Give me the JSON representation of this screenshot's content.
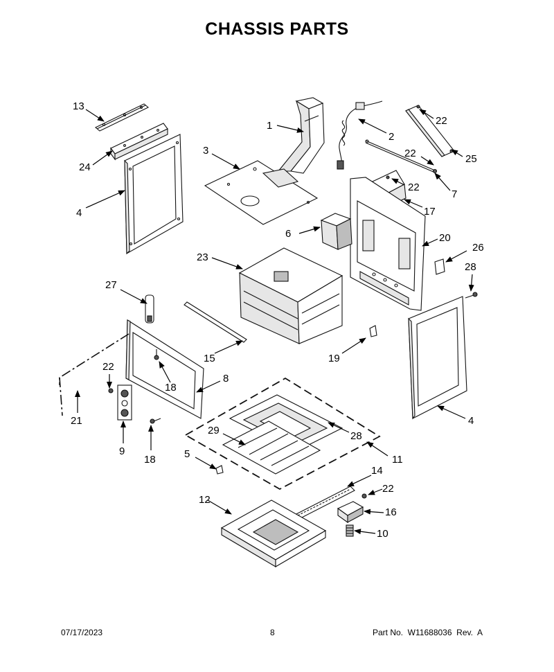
{
  "title": "CHASSIS PARTS",
  "footer": {
    "date": "07/17/2023",
    "page": "8",
    "part_number": "Part No.  W11688036  Rev.  A"
  },
  "callouts": [
    {
      "id": "c13",
      "label": "13"
    },
    {
      "id": "c24",
      "label": "24"
    },
    {
      "id": "c4a",
      "label": "4"
    },
    {
      "id": "c1",
      "label": "1"
    },
    {
      "id": "c3",
      "label": "3"
    },
    {
      "id": "c2",
      "label": "2"
    },
    {
      "id": "c22a",
      "label": "22"
    },
    {
      "id": "c22b",
      "label": "22"
    },
    {
      "id": "c25",
      "label": "25"
    },
    {
      "id": "c22c",
      "label": "22"
    },
    {
      "id": "c7",
      "label": "7"
    },
    {
      "id": "c17",
      "label": "17"
    },
    {
      "id": "c6",
      "label": "6"
    },
    {
      "id": "c20",
      "label": "20"
    },
    {
      "id": "c26",
      "label": "26"
    },
    {
      "id": "c28a",
      "label": "28"
    },
    {
      "id": "c23",
      "label": "23"
    },
    {
      "id": "c27",
      "label": "27"
    },
    {
      "id": "c15",
      "label": "15"
    },
    {
      "id": "c19",
      "label": "19"
    },
    {
      "id": "c22d",
      "label": "22"
    },
    {
      "id": "c18a",
      "label": "18"
    },
    {
      "id": "c8",
      "label": "8"
    },
    {
      "id": "c21",
      "label": "21"
    },
    {
      "id": "c9",
      "label": "9"
    },
    {
      "id": "c18b",
      "label": "18"
    },
    {
      "id": "c4b",
      "label": "4"
    },
    {
      "id": "c29",
      "label": "29"
    },
    {
      "id": "c28b",
      "label": "28"
    },
    {
      "id": "c5",
      "label": "5"
    },
    {
      "id": "c11",
      "label": "11"
    },
    {
      "id": "c14",
      "label": "14"
    },
    {
      "id": "c22e",
      "label": "22"
    },
    {
      "id": "c12",
      "label": "12"
    },
    {
      "id": "c16",
      "label": "16"
    },
    {
      "id": "c10",
      "label": "10"
    }
  ]
}
